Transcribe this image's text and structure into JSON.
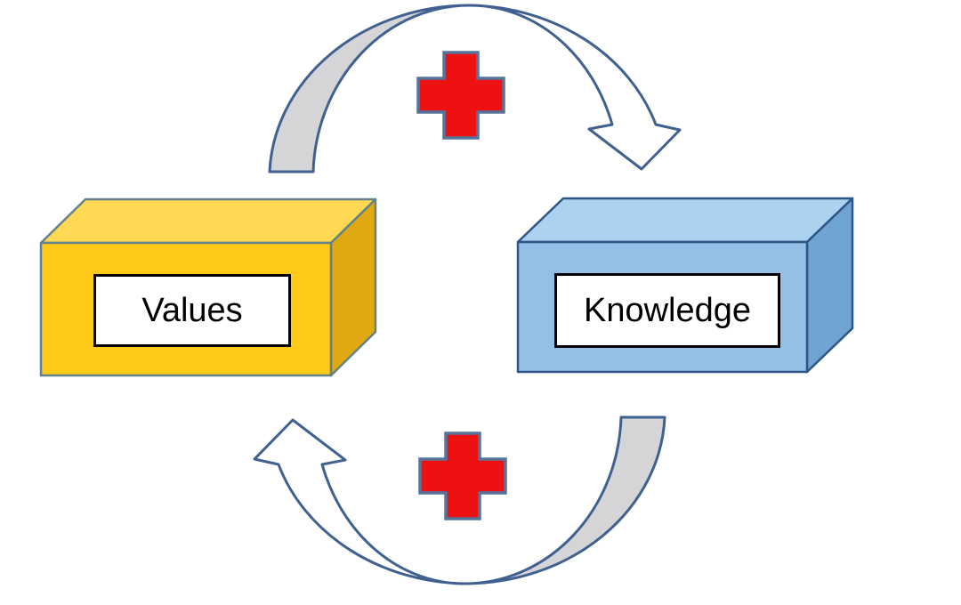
{
  "diagram": {
    "nodes": [
      {
        "id": "values",
        "label": "Values"
      },
      {
        "id": "knowledge",
        "label": "Knowledge"
      }
    ],
    "connectors": [
      {
        "id": "top-arrow",
        "from": "values",
        "to": "knowledge",
        "operator_icon": "plus-icon"
      },
      {
        "id": "bottom-arrow",
        "from": "knowledge",
        "to": "values",
        "operator_icon": "plus-icon"
      }
    ]
  },
  "colors": {
    "background": "#ffffff",
    "arrow_outline": "#40618f",
    "arrow_fill_white": "#ffffff",
    "arrow_fill_gray": "#d5d5d7",
    "plus_red": "#ee1111",
    "plus_outline": "#54749c",
    "yellow_front": "#fec918",
    "yellow_top": "#ffd854",
    "yellow_side": "#e0a911",
    "yellow_outline": "#64828a",
    "blue_front": "#95c0e5",
    "blue_top": "#abd3ef",
    "blue_side": "#6fa3d2",
    "blue_outline": "#2e5586",
    "label_bg": "#ffffff",
    "label_border": "#000000",
    "label_text": "#000000"
  }
}
